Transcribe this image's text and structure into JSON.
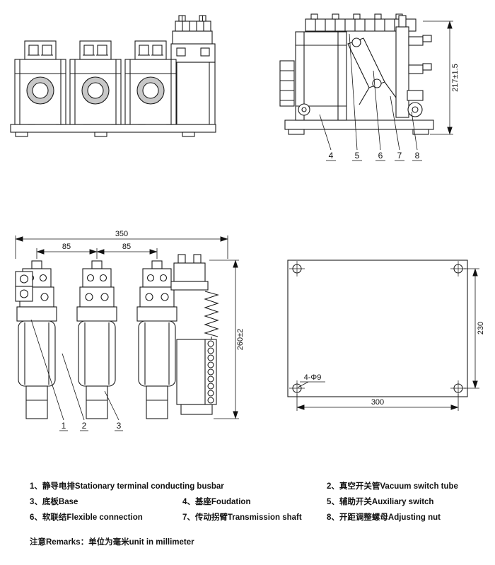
{
  "side_view": {
    "dim_height": "217±1.5",
    "part_labels": [
      "4",
      "5",
      "6",
      "7",
      "8"
    ]
  },
  "front_view": {
    "dim_width": "350",
    "dim_pitch": [
      "85",
      "85"
    ],
    "dim_height": "260±2",
    "part_labels": [
      "1",
      "2",
      "3"
    ]
  },
  "mounting_view": {
    "dim_height": "230",
    "dim_width": "300",
    "holes_label": "4-Φ9"
  },
  "legend": {
    "items": [
      "1、静导电排Stationary terminal conducting busbar",
      "2、真空开关管Vacuum switch tube",
      "3、底板Base",
      "4、基座Foudation",
      "5、辅助开关Auxiliary switch",
      "6、软联结Flexible connection",
      "7、传动拐臂Transmission shaft",
      "8、开距调整螺母Adjusting nut"
    ],
    "remarks": "注意Remarks：单位为毫米unit in millimeter"
  }
}
